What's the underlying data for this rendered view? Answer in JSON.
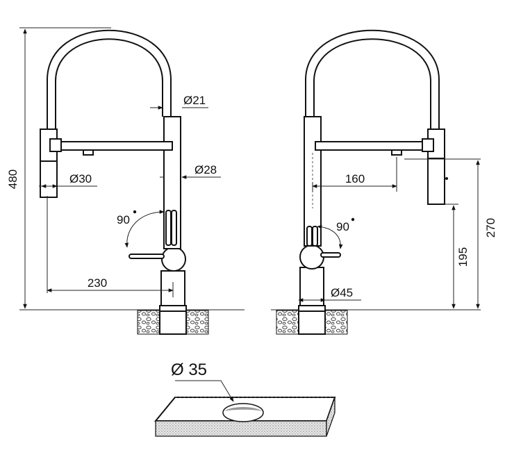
{
  "dimensions": {
    "height_total": "480",
    "hose_diameter": "Ø21",
    "spout_diameter": "Ø28",
    "sprayer_diameter": "Ø30",
    "rotation_left": "90",
    "rotation_right": "90",
    "reach": "230",
    "spray_reach": "160",
    "height_270": "270",
    "height_195": "195",
    "base_diameter": "Ø45",
    "hole_diameter": "Ø 35"
  }
}
